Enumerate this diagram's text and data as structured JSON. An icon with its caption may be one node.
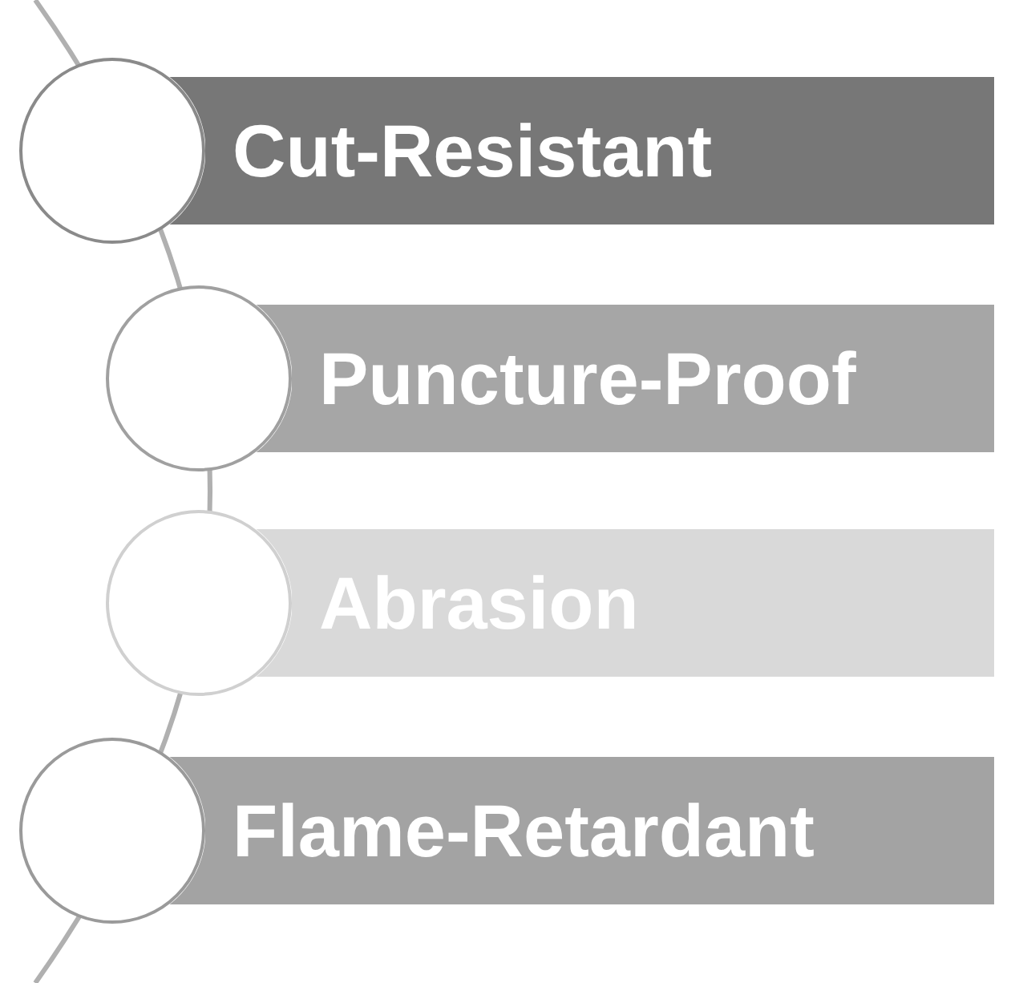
{
  "diagram": {
    "nodes": [
      {
        "text": [],
        "shape": "circle"
      },
      {
        "text": [
          "Cut-Resistant"
        ]
      },
      {
        "text": [],
        "shape": "circle"
      },
      {
        "text": [
          "Puncture-Proof"
        ]
      },
      {
        "text": [],
        "shape": "circle"
      },
      {
        "text": [
          "Abrasion"
        ]
      },
      {
        "text": [],
        "shape": "circle"
      },
      {
        "text": [
          "Flame-Retardant"
        ]
      }
    ]
  }
}
